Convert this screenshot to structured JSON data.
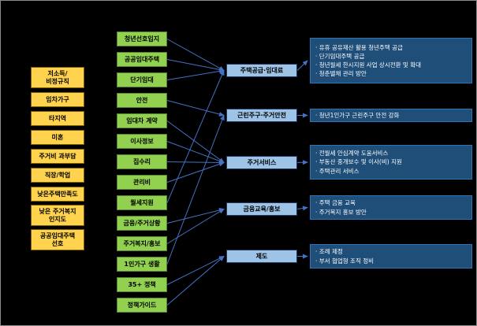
{
  "diagram": {
    "left_column": {
      "items": [
        "저소득/\n비정규직",
        "임차가구",
        "타지역",
        "미혼",
        "주거비 과부담",
        "직장/학업",
        "낮은주택만족도",
        "낮은 주거복지\n인지도",
        "공공임대주택\n선호"
      ]
    },
    "middle_column": {
      "items": [
        "청년선호입지",
        "공공임대주택",
        "단기임대",
        "안전",
        "임대차 계약",
        "이사정보",
        "집수리",
        "관리비",
        "월세지원",
        "금융/주거상황",
        "주거복지/홍보",
        "1인가구 생활",
        "35+ 정책",
        "정책가이드"
      ]
    },
    "categories": [
      {
        "label": "주택공급·임대료",
        "details": [
          "유휴 공유재산 활용 청년주택 공급",
          "단기임대주택 공급",
          "청년월세 한시지원 사업 상시전환 및 확대",
          "청춘별채 관리 방안"
        ]
      },
      {
        "label": "근린주구·주거안전",
        "details": [
          "청년1인가구 근린주구 안전 강화"
        ]
      },
      {
        "label": "주거서비스",
        "details": [
          "전월세 안심계약 도움서비스",
          "부동산 중개보수 및 이사(비) 지원",
          "주택관리 서비스"
        ]
      },
      {
        "label": "금융교육/홍보",
        "details": [
          "주택 금융 교육",
          "주거복지 홍보 방안"
        ]
      },
      {
        "label": "제도",
        "details": [
          "조례 제정",
          "부서 협업형 조직 정비"
        ]
      }
    ],
    "connections": [
      {
        "from": 0,
        "to": 0
      },
      {
        "from": 1,
        "to": 0
      },
      {
        "from": 2,
        "to": 0
      },
      {
        "from": 8,
        "to": 0
      },
      {
        "from": 3,
        "to": 1
      },
      {
        "from": 11,
        "to": 1
      },
      {
        "from": 4,
        "to": 2
      },
      {
        "from": 5,
        "to": 2
      },
      {
        "from": 6,
        "to": 2
      },
      {
        "from": 7,
        "to": 2
      },
      {
        "from": 9,
        "to": 3
      },
      {
        "from": 10,
        "to": 3
      },
      {
        "from": 12,
        "to": 4
      },
      {
        "from": 13,
        "to": 4
      }
    ],
    "colors": {
      "background": "#000000",
      "yellow_box": "#ffd34d",
      "green_box": "#92d050",
      "category_box": "#9dc3e6",
      "detail_box": "#1f4e79",
      "detail_text": "#ffffff",
      "connector": "#4472c4"
    }
  }
}
